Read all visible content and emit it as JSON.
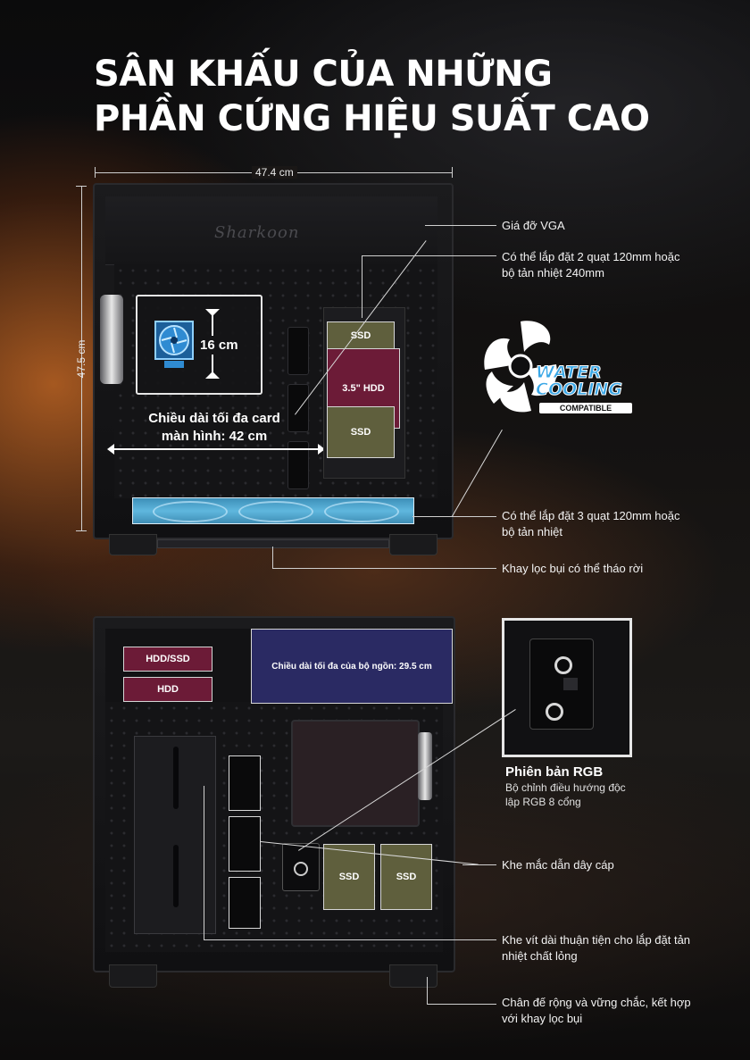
{
  "title": "SÂN KHẤU CỦA NHỮNG PHẦN CỨNG HIỆU SUẤT CAO",
  "brand": "Sharkoon",
  "dimensions": {
    "width": "47.4 cm",
    "height": "47.5 cm"
  },
  "top_view": {
    "cooler_height": "16 cm",
    "gpu_length": "Chiều dài tối đa card màn hình: 42 cm",
    "ssd_top": "SSD",
    "hdd": "3.5\" HDD",
    "ssd_bottom": "SSD"
  },
  "callouts_top": {
    "vga_holder": "Giá đỡ VGA",
    "fans_top": "Có thể lắp đặt 2 quạt 120mm hoặc bộ tản nhiệt 240mm",
    "fans_bottom": "Có thể lắp đặt 3 quạt 120mm hoặc bộ tản nhiệt",
    "dust_filter": "Khay lọc bụi có thể tháo rời"
  },
  "water_cooling": {
    "line1": "WATER",
    "line2": "COOLING",
    "line3": "COMPATIBLE"
  },
  "rear_view": {
    "hdd_ssd": "HDD/SSD",
    "hdd": "HDD",
    "psu_length": "Chiều dài tối đa của bộ ngồn: 29.5 cm",
    "ssd_1": "SSD",
    "ssd_2": "SSD"
  },
  "rgb": {
    "title": "Phiên bản RGB",
    "desc": "Bộ chỉnh điều hướng độc lập RGB 8 cổng"
  },
  "callouts_rear": {
    "cable_slot": "Khe mắc dẫn dây cáp",
    "screw_slot": "Khe vít dài thuận tiện cho lắp đặt tản nhiệt chất lỏng",
    "feet": "Chân đế rộng và vững chắc, kết hợp với khay lọc bụi"
  },
  "colors": {
    "maroon": "#6c1b37",
    "olive": "#5f5f3d",
    "navy": "#2a2a63",
    "fan_blue": "#5fb7de"
  }
}
